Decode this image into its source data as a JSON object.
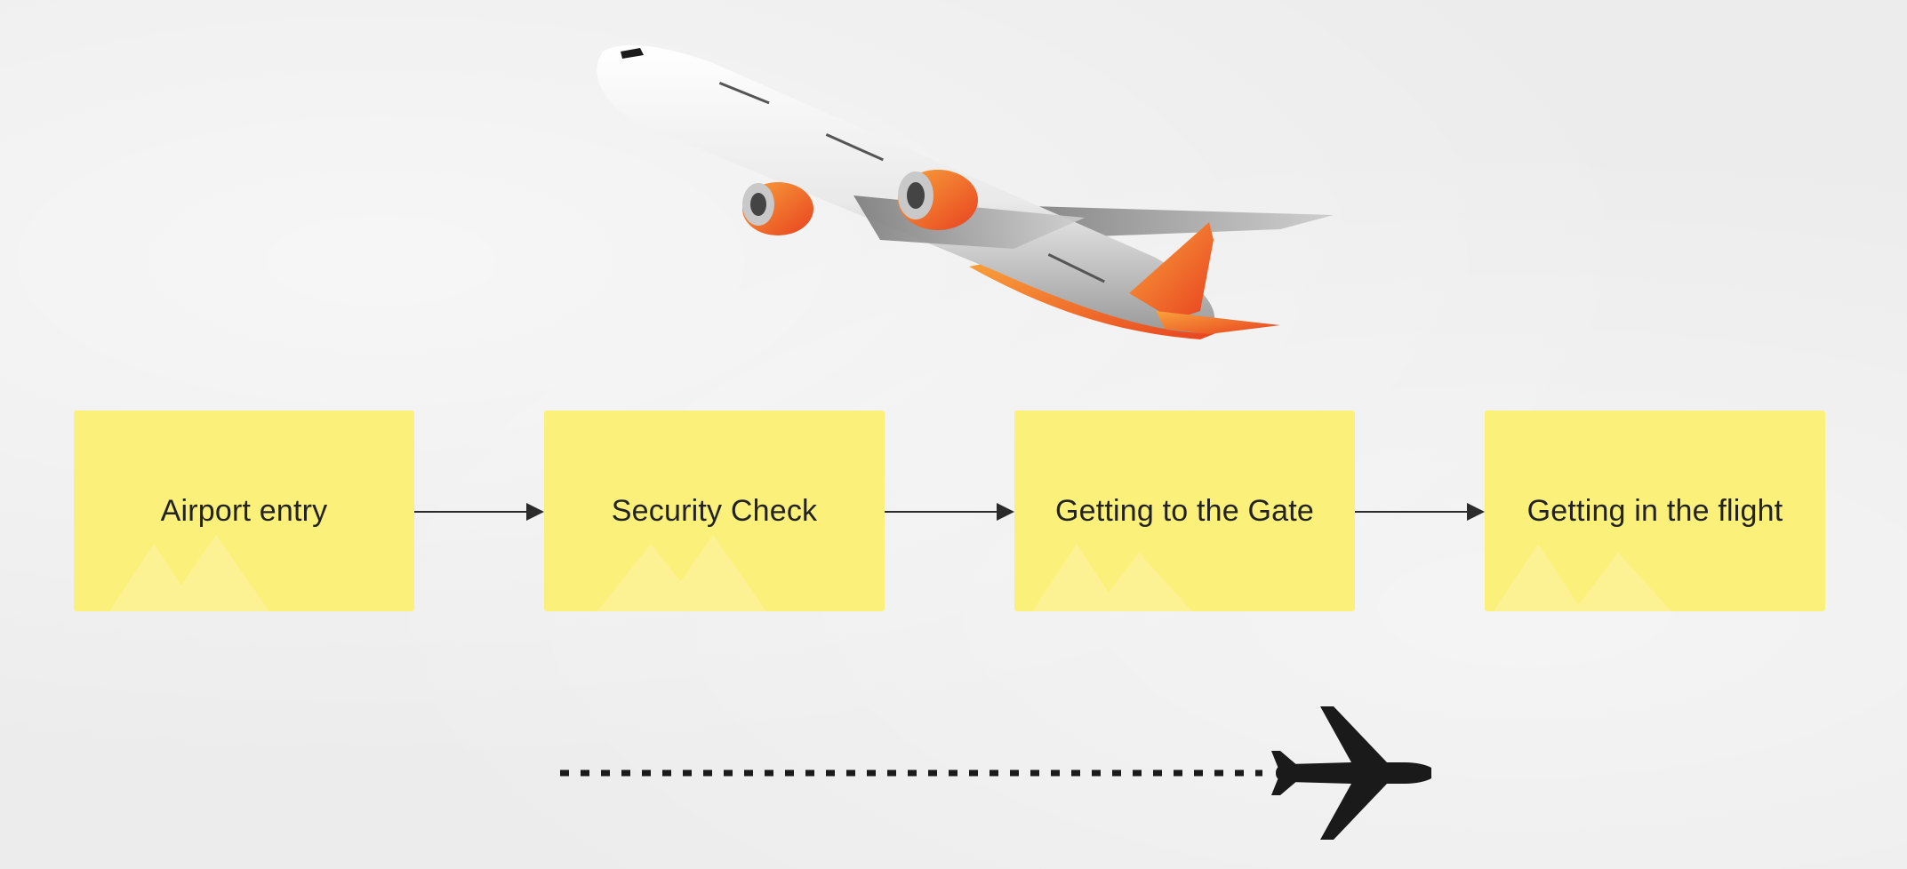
{
  "flow": {
    "steps": [
      {
        "label": "Airport entry"
      },
      {
        "label": "Security Check"
      },
      {
        "label": "Getting to the Gate"
      },
      {
        "label": "Getting in the flight"
      }
    ]
  },
  "colors": {
    "step_fill": "#fbf07a",
    "arrow": "#2b2b2b",
    "plane_accent": "#f26a1b",
    "plane_body": "#f5f5f5",
    "background": "#ececec"
  },
  "icons": {
    "hero": "airliner-takeoff-illustration",
    "progress": "airplane-icon"
  }
}
